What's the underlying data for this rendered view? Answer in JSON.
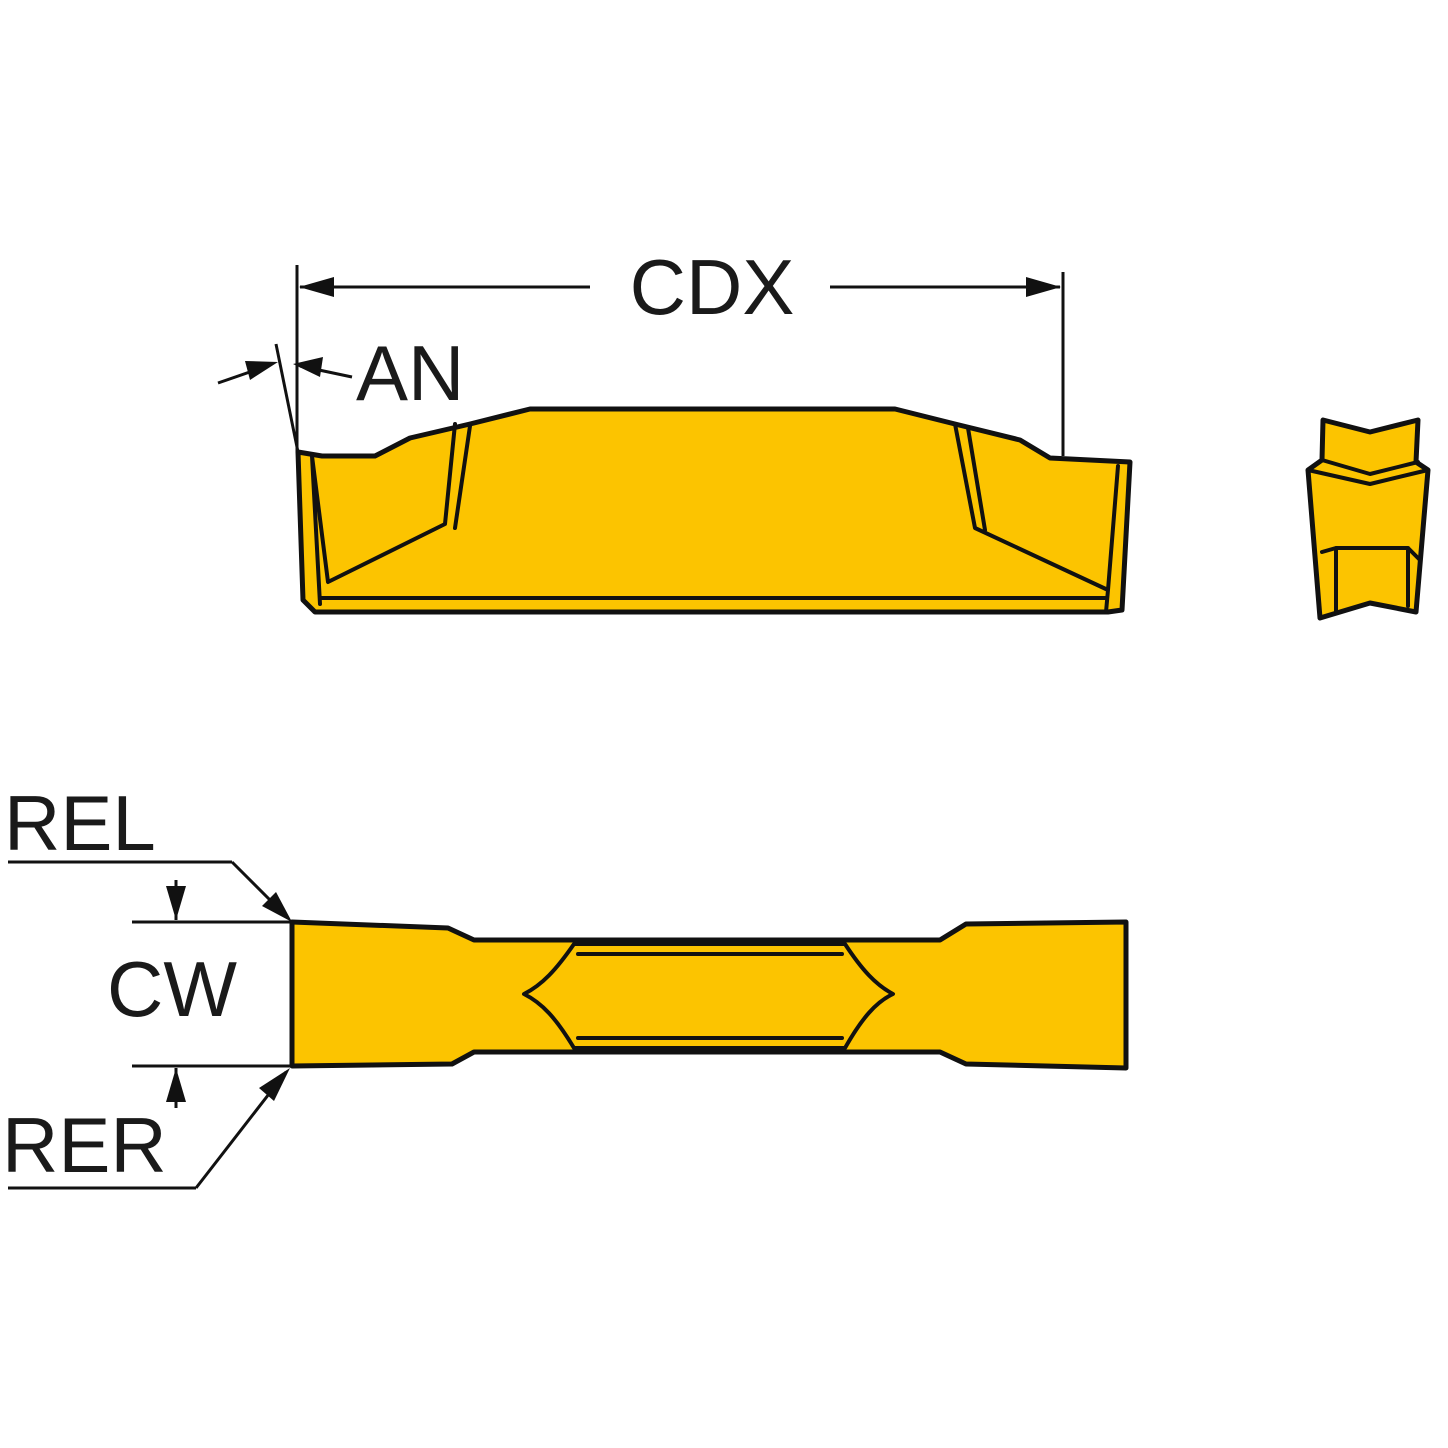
{
  "labels": {
    "cdx": "CDX",
    "an": "AN",
    "rel": "REL",
    "cw": "CW",
    "rer": "RER"
  },
  "colors": {
    "insert_fill": "#fcc400",
    "outline": "#111111",
    "background": "#ffffff"
  }
}
